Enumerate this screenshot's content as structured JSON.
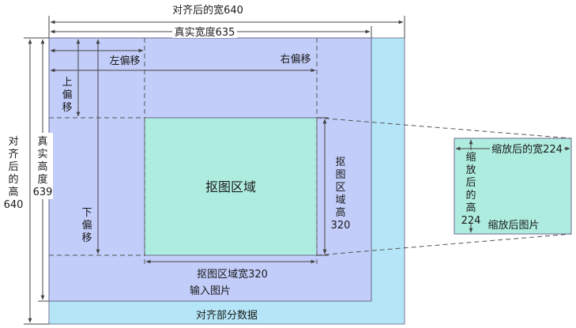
{
  "labels": {
    "aligned_width": "对齐后的宽640",
    "real_width": "真实宽度635",
    "left_offset": "左偏移",
    "right_offset": "右偏移",
    "top_offset": [
      "上",
      "偏",
      "移"
    ],
    "bottom_offset": [
      "下",
      "偏",
      "移"
    ],
    "aligned_height": [
      "对",
      "齐",
      "后",
      "的",
      "高",
      "640"
    ],
    "real_height": [
      "真",
      "实",
      "高",
      "度",
      "639"
    ],
    "crop_region": "抠图区域",
    "crop_height": [
      "抠",
      "图",
      "区",
      "域",
      "高",
      "320"
    ],
    "crop_width": "抠图区域宽320",
    "input_image": "输入图片",
    "aligned_part": "对齐部分数据",
    "scaled_width": "缩放后的宽224",
    "scaled_height": [
      "缩",
      "放",
      "后",
      "的",
      "高",
      "224"
    ],
    "scaled_image": "缩放后图片"
  },
  "colors": {
    "aligned_bg": "#b5e6f7",
    "input_bg": "#c2cdfa",
    "crop_bg": "#aeecdf",
    "stroke": "#6b6b8f",
    "line": "#444444"
  }
}
